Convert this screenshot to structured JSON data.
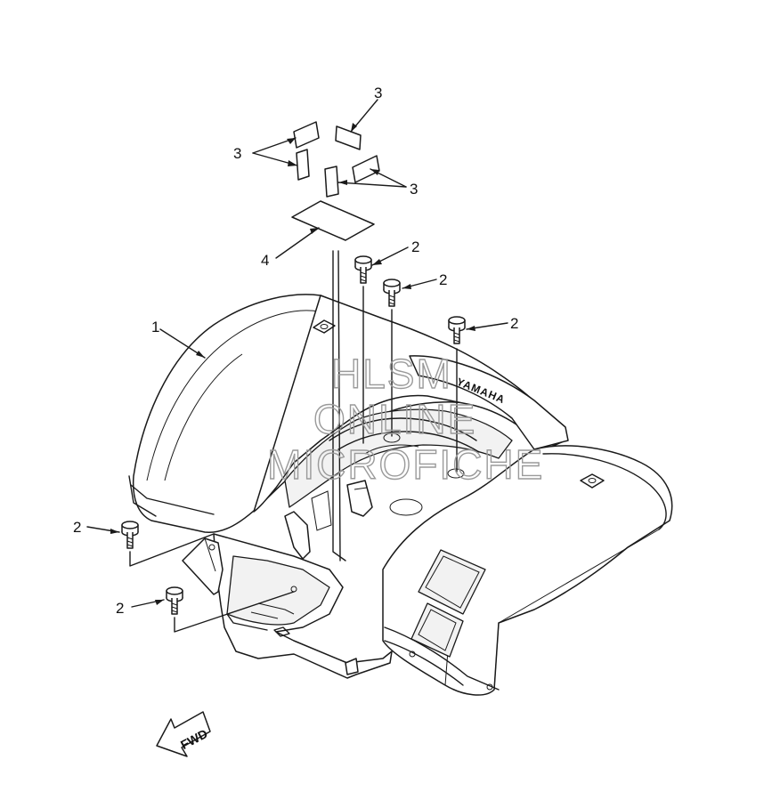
{
  "callouts": {
    "fender": "1",
    "bolt_a": "2",
    "bolt_b": "2",
    "bolt_c": "2",
    "bolt_d": "2",
    "bolt_e": "2",
    "pad_left": "3",
    "pad_top": "3",
    "pad_right": "3",
    "mat": "4"
  },
  "brand_mark": "YAMAHA",
  "direction_arrow": "FWD",
  "watermark": {
    "line1": "HLSM",
    "line2": "ONLINE",
    "line3": "MICROFICHE"
  },
  "colors": {
    "ink": "#1a1a1a",
    "background": "#ffffff",
    "watermark": "#9a9a9a"
  }
}
